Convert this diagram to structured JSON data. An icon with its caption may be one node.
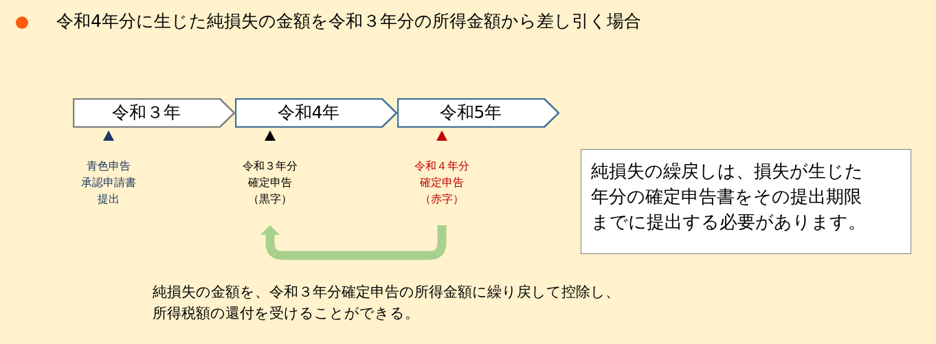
{
  "diagram": {
    "title": "令和4年分に生じた純損失の金額を令和３年分の所得金額から差し引く場合",
    "nodes": [
      {
        "text": [
          "令和３年"
        ]
      },
      {
        "text": [
          "令和4年"
        ]
      },
      {
        "text": [
          "令和5年"
        ]
      },
      {
        "text": [
          "青色申告承認申請書提出"
        ]
      },
      {
        "text": [
          "令和３年分確定申告（黒字）"
        ]
      },
      {
        "text": [
          "令和４年分確定申告（赤字）"
        ]
      },
      {
        "text": [
          "純損失の繰戻しは、損失が生じた年分の確定申告書をその提出期限までに提出する必要があります。"
        ]
      }
    ],
    "edges": [
      {
        "from": 5,
        "to": 4,
        "arrow": "to",
        "color": "#a9d18e"
      }
    ],
    "labels": [
      "純損失の金額を、令和３年分確定申告の所得金額に繰り戻して控除し、所得税額の還付を受けることができる。"
    ]
  }
}
